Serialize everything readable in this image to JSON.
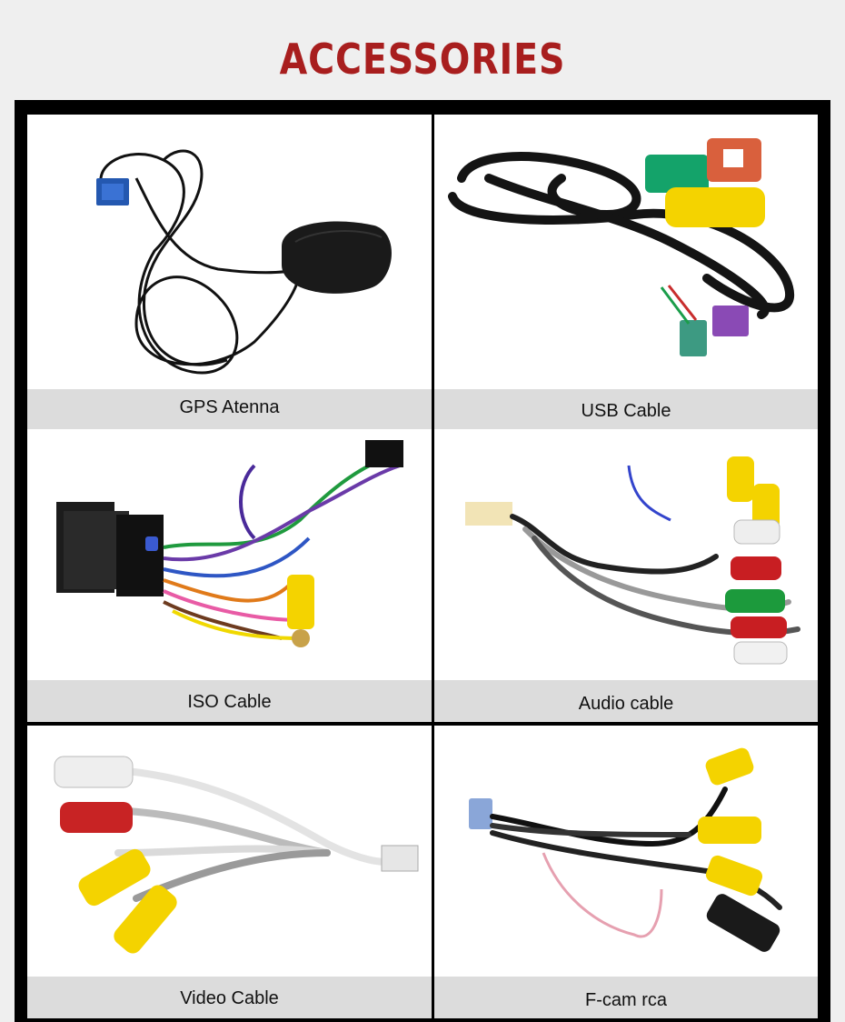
{
  "header": {
    "title": "ACCESSORIES"
  },
  "items": [
    {
      "caption": "GPS Atenna"
    },
    {
      "caption": "USB Cable"
    },
    {
      "caption": "ISO Cable"
    },
    {
      "caption": "Audio cable"
    },
    {
      "caption": "Video Cable"
    },
    {
      "caption": "F-cam rca"
    }
  ],
  "colors": {
    "title": "#a81e1e",
    "frame": "#000000",
    "caption_bar": "#dcdcdc",
    "background": "#efefef"
  }
}
